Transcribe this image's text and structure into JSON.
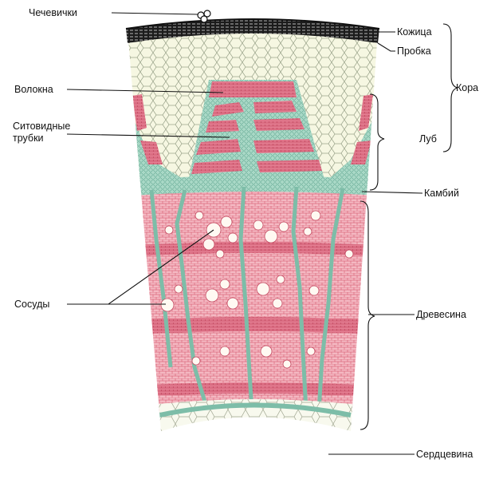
{
  "labels": {
    "lenticels": "Чечевички",
    "epidermis": "Кожица",
    "cork": "Пробка",
    "bark": "Кора",
    "fibers": "Волокна",
    "sieve_tubes_line1": "Ситовидные",
    "sieve_tubes_line2": "трубки",
    "bast": "Луб",
    "cambium": "Камбий",
    "vessels": "Сосуды",
    "wood": "Древесина",
    "pith": "Сердцевина"
  },
  "colors": {
    "bark_cork": "#1c1c1c",
    "cork_cells": "#f4f7e6",
    "bast_red": "#e0607a",
    "bast_pale": "#f7f0dc",
    "sieve_green": "#8fc9b4",
    "cambium_band": "#9ed3c4",
    "wood_pink": "#f2b2bd",
    "wood_dense": "#e37d92",
    "vessel_white": "#fff9f2",
    "pith": "#f7f8ec"
  }
}
